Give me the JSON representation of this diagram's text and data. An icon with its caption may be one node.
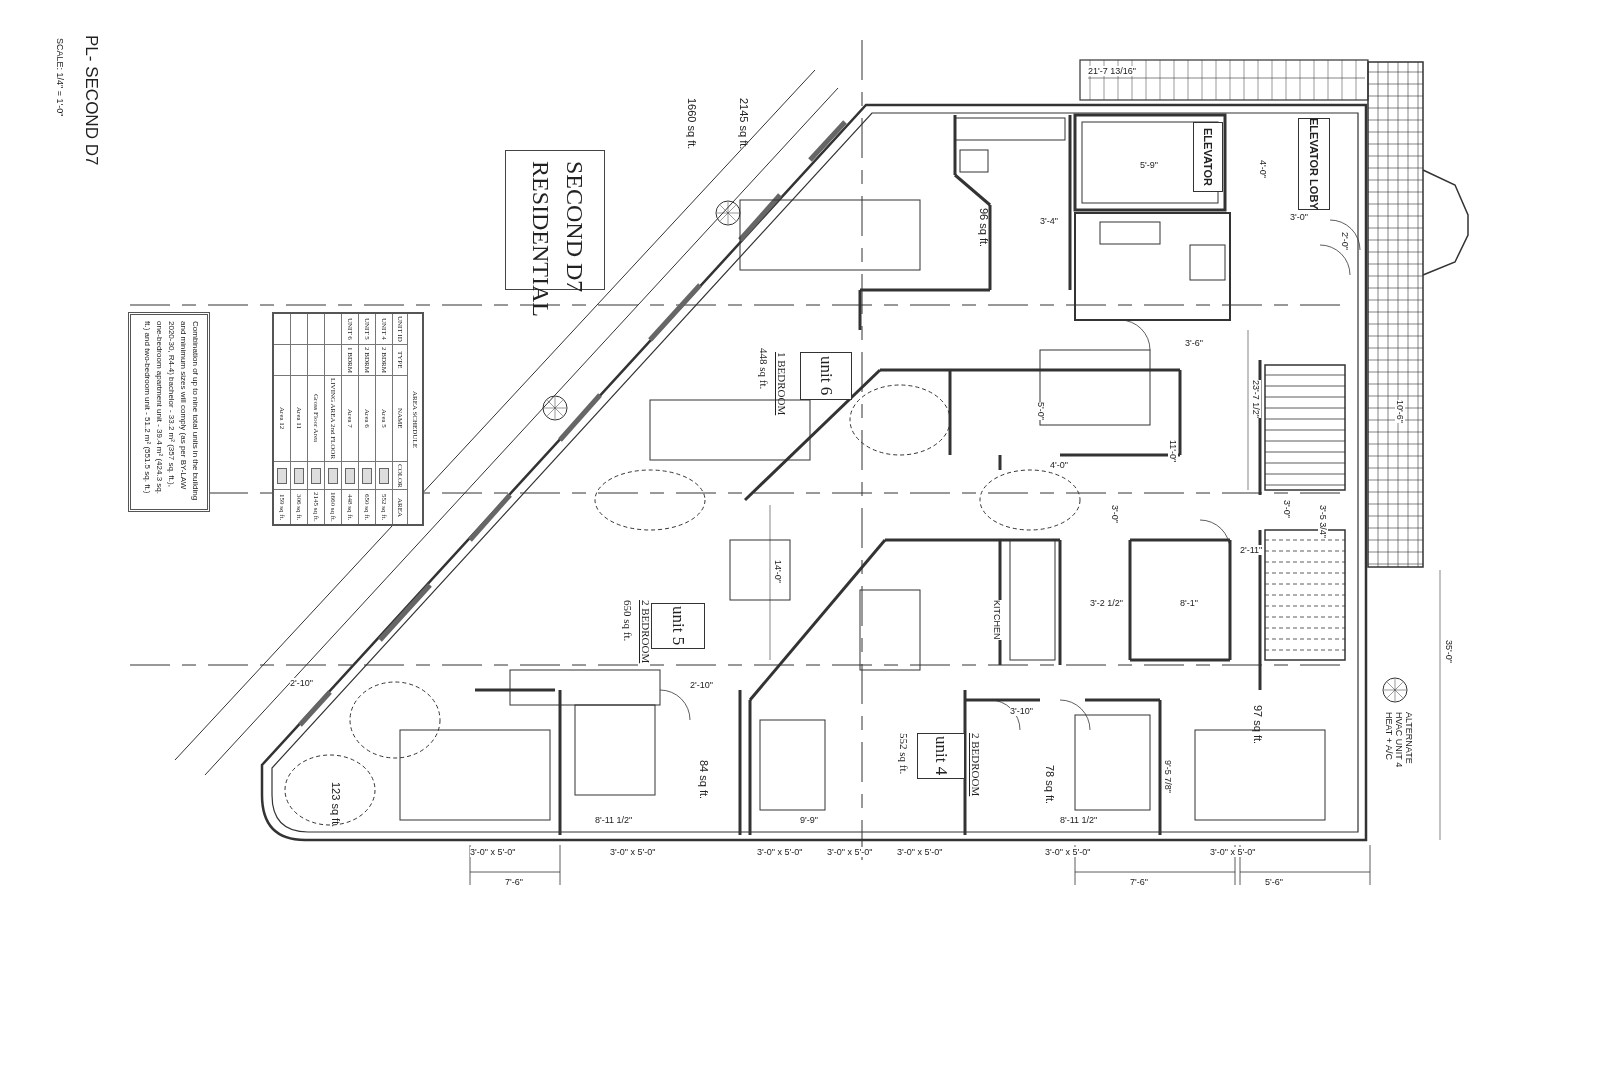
{
  "diagram": {
    "nodes": [
      {
        "text": [
          "SECOND D7",
          "RESIDENTIAL"
        ]
      },
      {
        "text": [
          "Combination of up to nine total units in the building and minimum sizes will comply (as per BY-LAW 2020-30, R4-4) bachelor - 33.2 m² (357 sq. ft.), one-bedroom apartment unit - 39.4 m² (424.3 sq. ft.) and two-bedroom unit - 51.2 m² (551.5 sq. ft.)"
        ]
      },
      {
        "text": [
          "unit 6"
        ],
        "beside": [
          "1 BEDROOM",
          "448 sq ft."
        ]
      },
      {
        "text": [
          "unit 5"
        ],
        "beside": [
          "2 BEDROOM",
          "650 sq ft."
        ]
      },
      {
        "text": [
          "unit 4"
        ],
        "beside": [
          "2 BEDROOM",
          "552 sq ft."
        ]
      },
      {
        "text": [
          "ELEVATOR"
        ]
      },
      {
        "text": [
          "ELEVATOR LOBY"
        ]
      }
    ],
    "labels": [
      "PL- SECOND D7",
      "SCALE: 1/4\" = 1'-0\"",
      "1660 sq ft.",
      "2145 sq ft.",
      "AREA SCHEDULE",
      "UNIT ID",
      "TYPE",
      "NAME",
      "COLOR",
      "AREA",
      "UNIT 4",
      "2 BDRM",
      "Area 5",
      "552 sq ft.",
      "UNIT 5",
      "2 BDRM",
      "Area 6",
      "650 sq ft.",
      "UNIT 6",
      "1 BDRM",
      "Area 7",
      "448 sq ft.",
      "LIVING AREA 2nd FLOOR",
      "1660 sq ft.",
      "Gross Floor Area",
      "2145 sq ft.",
      "Area 11",
      "306 sq ft.",
      "Area 12",
      "159 sq ft.",
      "21'-7 13/16\"",
      "5'-9\"",
      "4'-0\"",
      "3'-0\"",
      "2'-0\"",
      "3'-4\"",
      "96 sq ft.",
      "3'-6\"",
      "23'-7 1/2\"",
      "5'-0\"",
      "4'-0\"",
      "11'-0\"",
      "3'-0\"",
      "3'-0\"",
      "3'-5 3/4\"",
      "14'-0\"",
      "KITCHEN",
      "3'-2 1/2\"",
      "2'-11\"",
      "8'-1\"",
      "10'-6\"",
      "35'-0\"",
      "2'-10\"",
      "2'-10\"",
      "3'-10\"",
      "97 sq ft.",
      "ALTERNATE HVAC UNIT 4 HEAT + A/C",
      "123 sq ft.",
      "84 sq ft.",
      "78 sq ft.",
      "9'-5 7/8\"",
      "8'-11 1/2\"",
      "9'-9\"",
      "8'-11 1/2\"",
      "3'-0\" x 5'-0\"",
      "3'-0\" x 5'-0\"",
      "3'-0\" x 5'-0\"",
      "3'-0\" x 5'-0\"",
      "3'-0\" x 5'-0\"",
      "3'-0\" x 5'-0\"",
      "3'-0\" x 5'-0\"",
      "7'-6\"",
      "7'-6\"",
      "5'-6\""
    ]
  }
}
